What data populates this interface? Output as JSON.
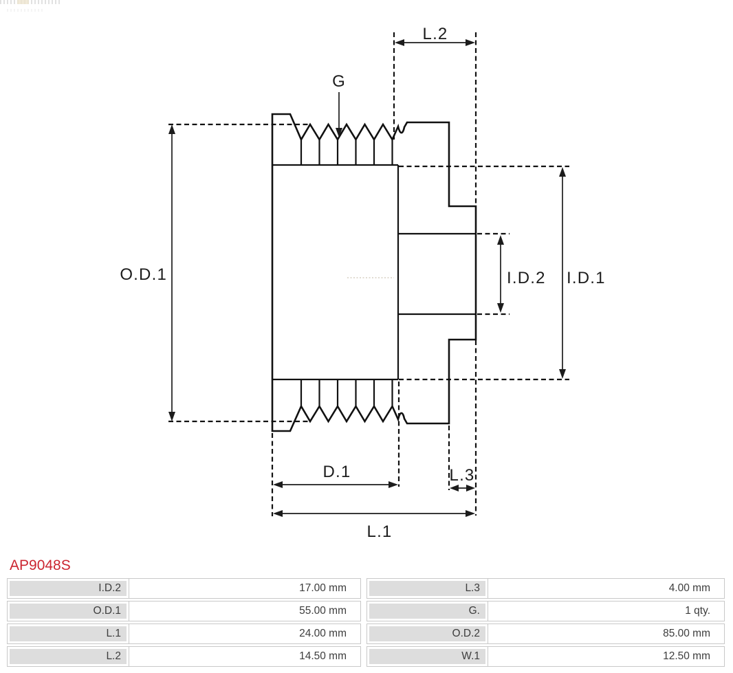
{
  "part": {
    "number": "AP9048S",
    "number_color": "#cb2530"
  },
  "drawing": {
    "line_color": "#111111",
    "dimension_labels": {
      "od1": "O.D.1",
      "id1": "I.D.1",
      "id2": "I.D.2",
      "d1": "D.1",
      "l1": "L.1",
      "l2": "L.2",
      "l3": "L.3",
      "g": "G"
    }
  },
  "spec_table": {
    "rows": [
      {
        "left_label": "I.D.2",
        "left_value": "17.00 mm",
        "right_label": "L.3",
        "right_value": "4.00 mm"
      },
      {
        "left_label": "O.D.1",
        "left_value": "55.00 mm",
        "right_label": "G.",
        "right_value": "1 qty."
      },
      {
        "left_label": "L.1",
        "left_value": "24.00 mm",
        "right_label": "O.D.2",
        "right_value": "85.00 mm"
      },
      {
        "left_label": "L.2",
        "left_value": "14.50 mm",
        "right_label": "W.1",
        "right_value": "12.50 mm"
      }
    ]
  }
}
